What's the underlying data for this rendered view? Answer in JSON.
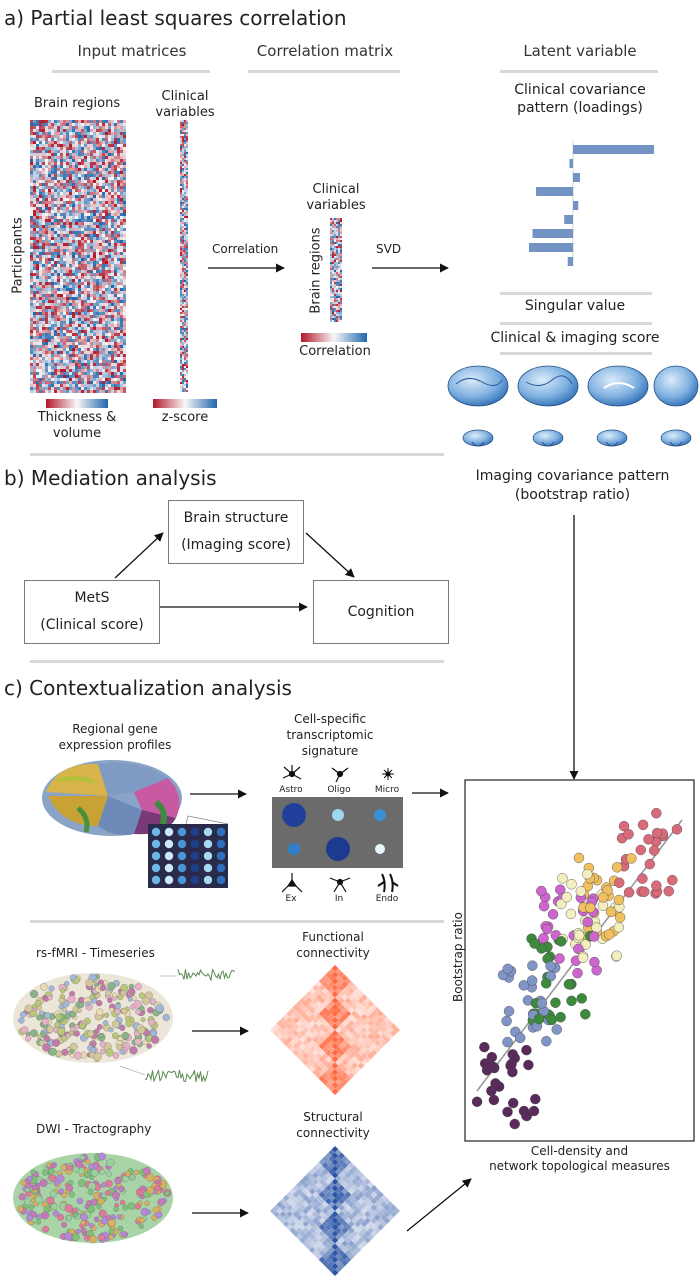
{
  "section_a": {
    "title": "a)  Partial least squares correlation",
    "headers": {
      "input": "Input matrices",
      "corr": "Correlation matrix",
      "latent": "Latent variable"
    },
    "brain_regions": "Brain regions",
    "clinical_variables_l1": "Clinical",
    "clinical_variables_l2": "variables",
    "participants": "Participants",
    "thickness_l1": "Thickness &",
    "thickness_l2": "volume",
    "zscore": "z-score",
    "arrow_correlation": "Correlation",
    "arrow_svd": "SVD",
    "cm_clinical_l1": "Clinical",
    "cm_clinical_l2": "variables",
    "cm_brain_regions": "Brain regions",
    "cm_correlation": "Correlation",
    "loadings_l1": "Clinical covariance",
    "loadings_l2": "pattern (loadings)",
    "loadings": [
      0.92,
      -0.04,
      0.08,
      -0.42,
      0.06,
      -0.1,
      -0.46,
      -0.5,
      -0.06
    ],
    "singular_value": "Singular value",
    "scores": "Clinical & imaging score",
    "imaging_l1": "Imaging covariance pattern",
    "imaging_l2": "(bootstrap ratio)"
  },
  "section_b": {
    "title": "b)  Mediation analysis",
    "brain_l1": "Brain structure",
    "brain_l2": "(Imaging score)",
    "mets_l1": "MetS",
    "mets_l2": "(Clinical score)",
    "cognition": "Cognition"
  },
  "section_c": {
    "title": "c)  Contextualization analysis",
    "gene_l1": "Regional gene",
    "gene_l2": "expression profiles",
    "cell_l1": "Cell-specific",
    "cell_l2": "transcriptomic",
    "cell_l3": "signature",
    "cell_types_top": [
      "Astro",
      "Oligo",
      "Micro"
    ],
    "cell_types_bottom": [
      "Ex",
      "In",
      "Endo"
    ],
    "rsfmri": "rs-fMRI - Timeseries",
    "fc_l1": "Functional",
    "fc_l2": "connectivity",
    "dwi": "DWI - Tractography",
    "sc_l1": "Structural",
    "sc_l2": "connectivity",
    "scatter_ylabel": "Bootstrap ratio",
    "scatter_xlabel_l1": "Cell-density and",
    "scatter_xlabel_l2": "network topological measures"
  },
  "colors": {
    "rule": "#d8d8d8",
    "bar": "#7393c4",
    "accent_blue": "#2b5fa5",
    "accent_red": "#b2182b",
    "scatter_groups": [
      "#5a2a5a",
      "#8095c5",
      "#3d8a3d",
      "#cc66cc",
      "#f0c060",
      "#d96a7a",
      "#f3eec0"
    ]
  }
}
